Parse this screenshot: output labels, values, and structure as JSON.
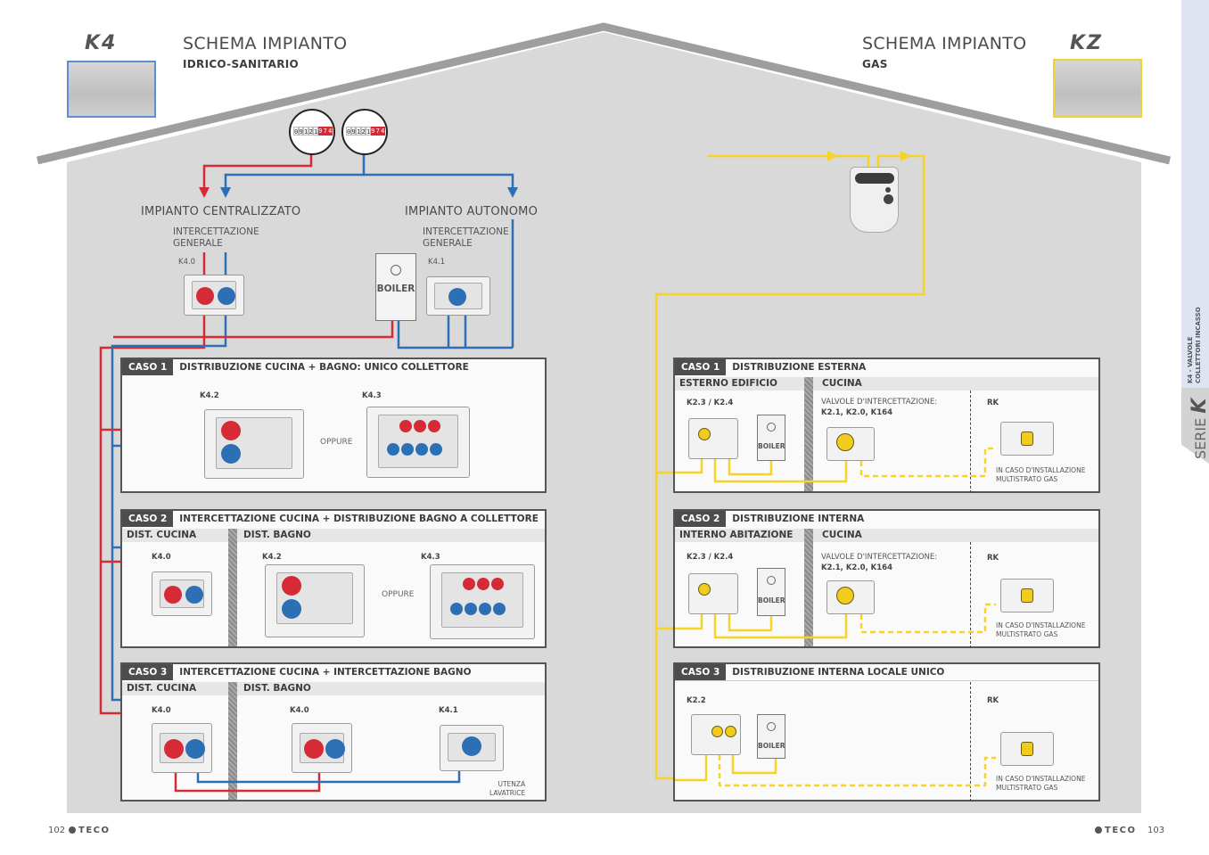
{
  "left_page": {
    "logo": "K4",
    "title": "SCHEMA IMPIANTO",
    "subtitle": "IDRICO-SANITARIO",
    "meter_reading": {
      "white": [
        "0",
        "9",
        "1",
        "2",
        "1"
      ],
      "red": [
        "9",
        "7",
        "4"
      ]
    },
    "branches": [
      {
        "title": "IMPIANTO CENTRALIZZATO",
        "sub": "INTERCETTAZIONE\nGENERALE",
        "code": "K4.0"
      },
      {
        "title": "IMPIANTO AUTONOMO",
        "sub": "INTERCETTAZIONE\nGENERALE",
        "code": "K4.1",
        "boiler": "BOILER"
      }
    ],
    "cases": [
      {
        "badge": "CASO 1",
        "title": "DISTRIBUZIONE CUCINA + BAGNO:  UNICO COLLETTORE",
        "codes": [
          "K4.2",
          "K4.3"
        ],
        "or": "OPPURE"
      },
      {
        "badge": "CASO 2",
        "title": "INTERCETTAZIONE CUCINA + DISTRIBUZIONE BAGNO A COLLETTORE",
        "sections": [
          "DIST. CUCINA",
          "DIST. BAGNO"
        ],
        "codes": [
          "K4.0",
          "K4.2",
          "K4.3"
        ],
        "or": "OPPURE"
      },
      {
        "badge": "CASO 3",
        "title": "INTERCETTAZIONE CUCINA + INTERCETTAZIONE BAGNO",
        "sections": [
          "DIST. CUCINA",
          "DIST. BAGNO"
        ],
        "codes": [
          "K4.0",
          "K4.0",
          "K4.1"
        ],
        "note": "UTENZA\nLAVATRICE"
      }
    ],
    "page_number": "102",
    "brand": "TECO"
  },
  "right_page": {
    "logo": "KZ",
    "title": "SCHEMA IMPIANTO",
    "subtitle": "GAS",
    "cases": [
      {
        "badge": "CASO 1",
        "title": "DISTRIBUZIONE ESTERNA",
        "sections": [
          "ESTERNO EDIFICIO",
          "CUCINA"
        ],
        "code_left": "K2.3 / K2.4",
        "boiler": "BOILER",
        "valves_label": "VALVOLE D'INTERCETTAZIONE:",
        "valves_codes": "K2.1, K2.0, K164",
        "rk": "RK",
        "rk_note": "IN CASO D'INSTALLAZIONE\nMULTISTRATO GAS"
      },
      {
        "badge": "CASO 2",
        "title": "DISTRIBUZIONE INTERNA",
        "sections": [
          "INTERNO ABITAZIONE",
          "CUCINA"
        ],
        "code_left": "K2.3 / K2.4",
        "boiler": "BOILER",
        "valves_label": "VALVOLE D'INTERCETTAZIONE:",
        "valves_codes": "K2.1, K2.0, K164",
        "rk": "RK",
        "rk_note": "IN CASO D'INSTALLAZIONE\nMULTISTRATO GAS"
      },
      {
        "badge": "CASO 3",
        "title": "DISTRIBUZIONE INTERNA LOCALE UNICO",
        "code_left": "K2.2",
        "boiler": "BOILER",
        "rk": "RK",
        "rk_note": "IN CASO D'INSTALLAZIONE\nMULTISTRATO GAS"
      }
    ],
    "page_number": "103",
    "brand": "TECO"
  },
  "side_tab": {
    "small": "K4 - VALVOLE\nCOLLETTORI INCASSO",
    "serie": "SERIE",
    "serie_letter": "K"
  },
  "colors": {
    "hot": "#d62a36",
    "cold": "#2d6fb5",
    "gas": "#f5d426",
    "house": "#d9d9d9",
    "roof": "#9e9e9e"
  }
}
